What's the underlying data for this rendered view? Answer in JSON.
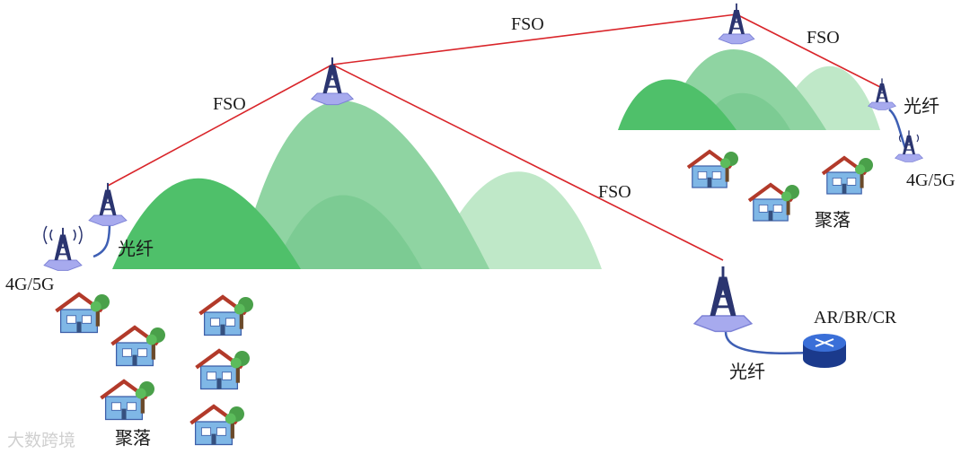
{
  "labels": {
    "fso_left": "FSO",
    "fso_top": "FSO",
    "fso_right": "FSO",
    "fso_down": "FSO",
    "fiber_left": "光纤",
    "fiber_right": "光纤",
    "fiber_bottom": "光纤",
    "cell_left": "4G/5G",
    "cell_right": "4G/5G",
    "village_left": "聚落",
    "village_right": "聚落",
    "router": "AR/BR/CR"
  },
  "watermark": "大数跨境",
  "colors": {
    "fso_link": "#d9252a",
    "fiber": "#3e5fb4",
    "mountain_dark": "#4fc06a",
    "mountain_mid": "#8fd4a2",
    "mountain_light": "#bfe8c8",
    "tower": "#2b3570",
    "tower_base": "#9fa4e6",
    "router": "#2146a8"
  }
}
